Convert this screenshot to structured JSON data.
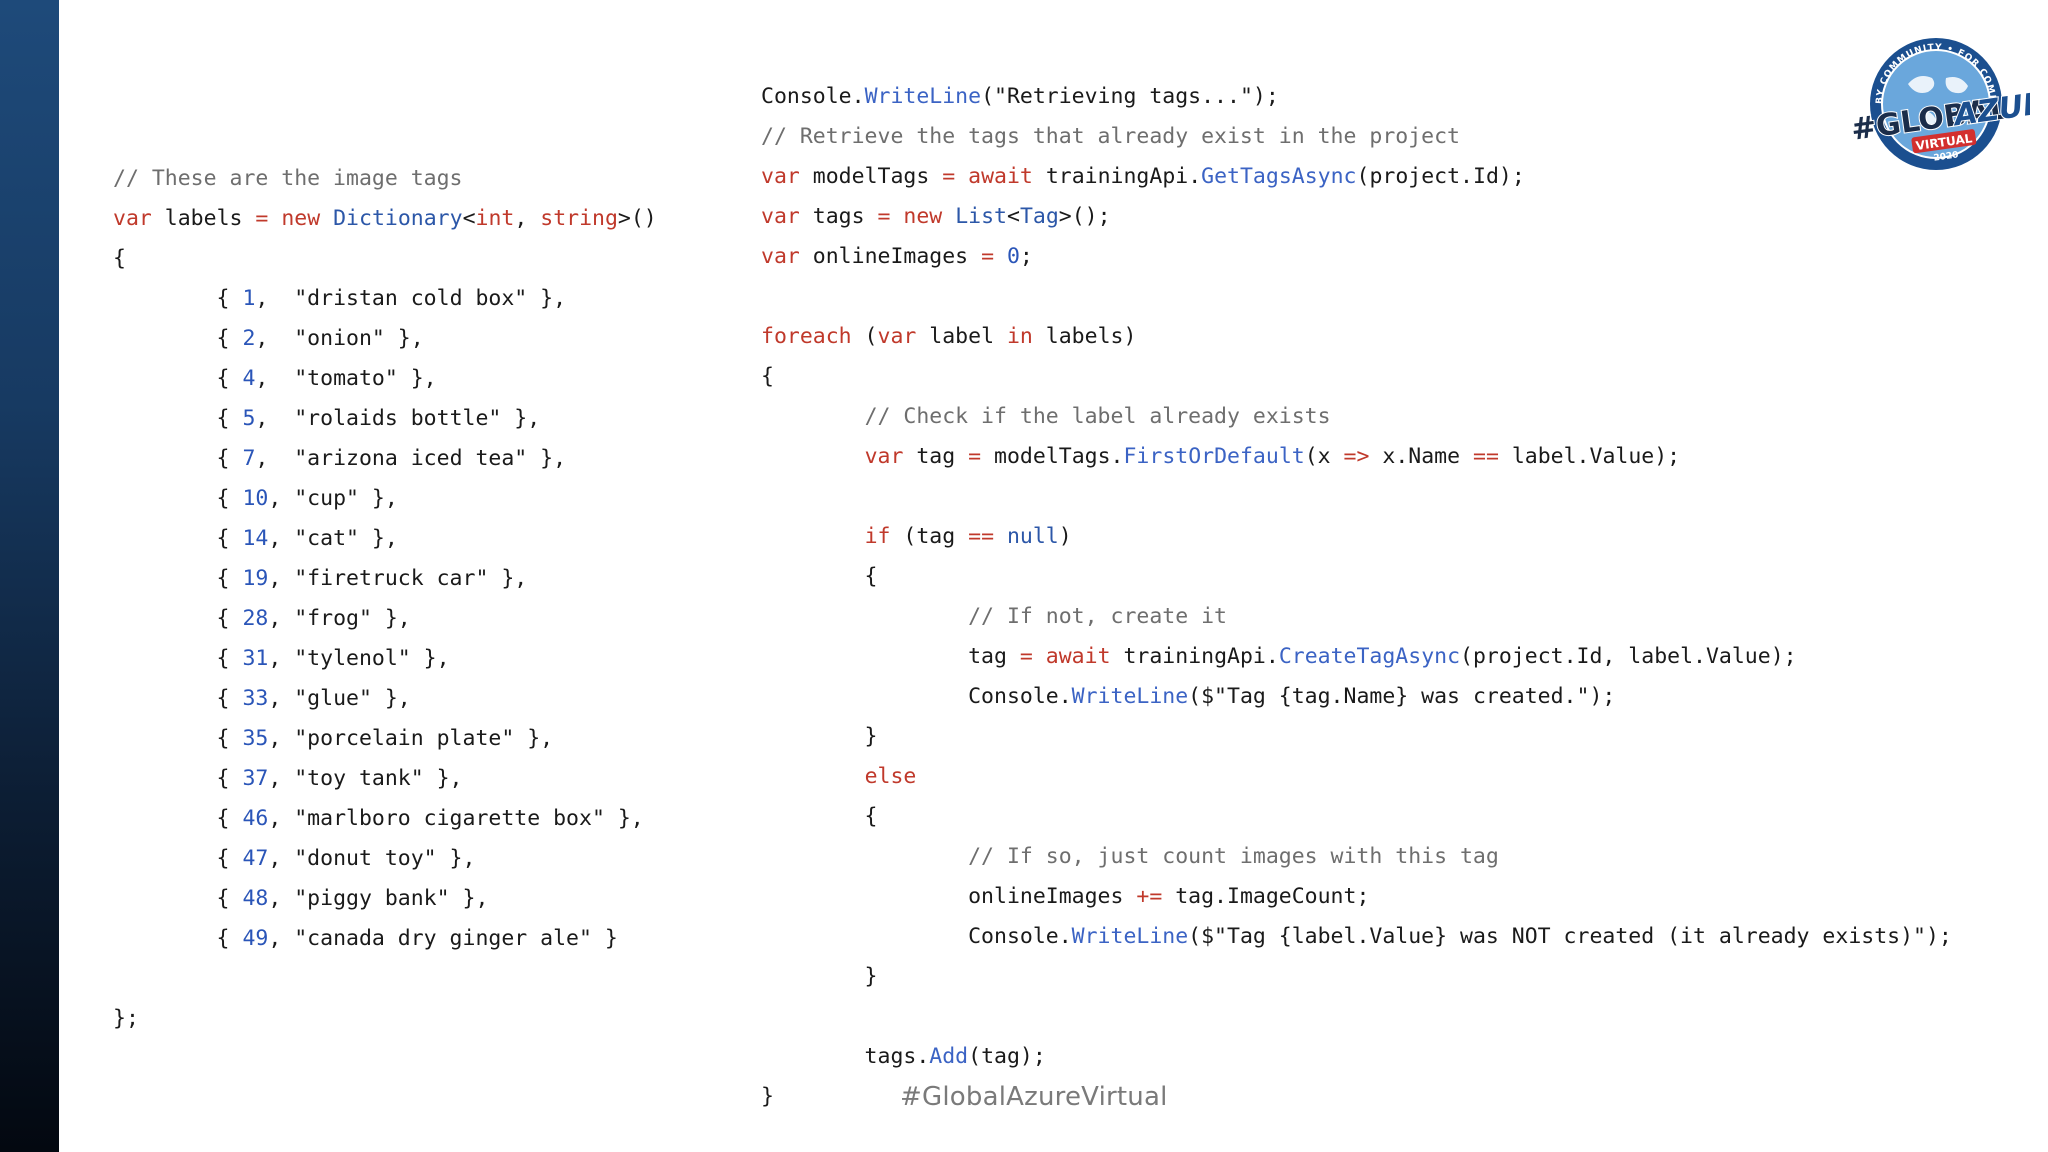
{
  "slide": {
    "hashtag": "#GlobalAzureVirtual",
    "logo": {
      "icon": "global-azure-virtual-logo",
      "ring_text": "BY COMMUNITY • FOR COMMUNITY •",
      "word1": "#GLOBAL",
      "word2": "AZURE",
      "ribbon": "VIRTUAL",
      "year": "2020"
    },
    "colors": {
      "sidebar": "#1e4a7a",
      "keyword": "#c0392b",
      "type": "#2c57a8",
      "method": "#3b63c4",
      "comment": "#6e6e6e",
      "logo_red": "#d32f2f",
      "logo_blue": "#1b4f8f"
    }
  },
  "left_code": {
    "lines": [
      [
        {
          "t": "// These are the image tags",
          "c": "cmt"
        }
      ],
      [
        {
          "t": "var",
          "c": "kw"
        },
        {
          "t": " labels "
        },
        {
          "t": "=",
          "c": "op"
        },
        {
          "t": " "
        },
        {
          "t": "new",
          "c": "kw"
        },
        {
          "t": " "
        },
        {
          "t": "Dictionary",
          "c": "ty"
        },
        {
          "t": "<"
        },
        {
          "t": "int",
          "c": "kw"
        },
        {
          "t": ", "
        },
        {
          "t": "string",
          "c": "kw"
        },
        {
          "t": ">()"
        }
      ],
      [
        {
          "t": "{"
        }
      ],
      [
        {
          "t": "        { "
        },
        {
          "t": "1",
          "c": "num"
        },
        {
          "t": ",  \"dristan cold box\" },",
          "c": "str"
        }
      ],
      [
        {
          "t": "        { "
        },
        {
          "t": "2",
          "c": "num"
        },
        {
          "t": ",  \"onion\" },",
          "c": "str"
        }
      ],
      [
        {
          "t": "        { "
        },
        {
          "t": "4",
          "c": "num"
        },
        {
          "t": ",  \"tomato\" },",
          "c": "str"
        }
      ],
      [
        {
          "t": "        { "
        },
        {
          "t": "5",
          "c": "num"
        },
        {
          "t": ",  \"rolaids bottle\" },",
          "c": "str"
        }
      ],
      [
        {
          "t": "        { "
        },
        {
          "t": "7",
          "c": "num"
        },
        {
          "t": ",  \"arizona iced tea\" },",
          "c": "str"
        }
      ],
      [
        {
          "t": "        { "
        },
        {
          "t": "10",
          "c": "num"
        },
        {
          "t": ", \"cup\" },",
          "c": "str"
        }
      ],
      [
        {
          "t": "        { "
        },
        {
          "t": "14",
          "c": "num"
        },
        {
          "t": ", \"cat\" },",
          "c": "str"
        }
      ],
      [
        {
          "t": "        { "
        },
        {
          "t": "19",
          "c": "num"
        },
        {
          "t": ", \"firetruck car\" },",
          "c": "str"
        }
      ],
      [
        {
          "t": "        { "
        },
        {
          "t": "28",
          "c": "num"
        },
        {
          "t": ", \"frog\" },",
          "c": "str"
        }
      ],
      [
        {
          "t": "        { "
        },
        {
          "t": "31",
          "c": "num"
        },
        {
          "t": ", \"tylenol\" },",
          "c": "str"
        }
      ],
      [
        {
          "t": "        { "
        },
        {
          "t": "33",
          "c": "num"
        },
        {
          "t": ", \"glue\" },",
          "c": "str"
        }
      ],
      [
        {
          "t": "        { "
        },
        {
          "t": "35",
          "c": "num"
        },
        {
          "t": ", \"porcelain plate\" },",
          "c": "str"
        }
      ],
      [
        {
          "t": "        { "
        },
        {
          "t": "37",
          "c": "num"
        },
        {
          "t": ", \"toy tank\" },",
          "c": "str"
        }
      ],
      [
        {
          "t": "        { "
        },
        {
          "t": "46",
          "c": "num"
        },
        {
          "t": ", \"marlboro cigarette box\" },",
          "c": "str"
        }
      ],
      [
        {
          "t": "        { "
        },
        {
          "t": "47",
          "c": "num"
        },
        {
          "t": ", \"donut toy\" },",
          "c": "str"
        }
      ],
      [
        {
          "t": "        { "
        },
        {
          "t": "48",
          "c": "num"
        },
        {
          "t": ", \"piggy bank\" },",
          "c": "str"
        }
      ],
      [
        {
          "t": "        { "
        },
        {
          "t": "49",
          "c": "num"
        },
        {
          "t": ", \"canada dry ginger ale\" }",
          "c": "str"
        }
      ],
      [
        {
          "t": ""
        }
      ],
      [
        {
          "t": "};"
        }
      ]
    ]
  },
  "right_code": {
    "lines": [
      [
        {
          "t": "Console."
        },
        {
          "t": "WriteLine",
          "c": "mth"
        },
        {
          "t": "(\"Retrieving tags...\");"
        }
      ],
      [
        {
          "t": "// Retrieve the tags that already exist in the project",
          "c": "cmt"
        }
      ],
      [
        {
          "t": "var",
          "c": "kw"
        },
        {
          "t": " modelTags "
        },
        {
          "t": "=",
          "c": "op"
        },
        {
          "t": " "
        },
        {
          "t": "await",
          "c": "kw"
        },
        {
          "t": " trainingApi."
        },
        {
          "t": "GetTagsAsync",
          "c": "mth"
        },
        {
          "t": "(project.Id);"
        }
      ],
      [
        {
          "t": "var",
          "c": "kw"
        },
        {
          "t": " tags "
        },
        {
          "t": "=",
          "c": "op"
        },
        {
          "t": " "
        },
        {
          "t": "new",
          "c": "kw"
        },
        {
          "t": " "
        },
        {
          "t": "List",
          "c": "ty"
        },
        {
          "t": "<"
        },
        {
          "t": "Tag",
          "c": "ty"
        },
        {
          "t": ">();"
        }
      ],
      [
        {
          "t": "var",
          "c": "kw"
        },
        {
          "t": " onlineImages "
        },
        {
          "t": "=",
          "c": "op"
        },
        {
          "t": " "
        },
        {
          "t": "0",
          "c": "num"
        },
        {
          "t": ";"
        }
      ],
      [
        {
          "t": ""
        }
      ],
      [
        {
          "t": "foreach",
          "c": "kw"
        },
        {
          "t": " ("
        },
        {
          "t": "var",
          "c": "kw"
        },
        {
          "t": " label "
        },
        {
          "t": "in",
          "c": "kw"
        },
        {
          "t": " labels)"
        }
      ],
      [
        {
          "t": "{"
        }
      ],
      [
        {
          "t": "        "
        },
        {
          "t": "// Check if the label already exists",
          "c": "cmt"
        }
      ],
      [
        {
          "t": "        "
        },
        {
          "t": "var",
          "c": "kw"
        },
        {
          "t": " tag "
        },
        {
          "t": "=",
          "c": "op"
        },
        {
          "t": " modelTags."
        },
        {
          "t": "FirstOrDefault",
          "c": "mth"
        },
        {
          "t": "(x "
        },
        {
          "t": "=>",
          "c": "op"
        },
        {
          "t": " x.Name "
        },
        {
          "t": "==",
          "c": "op"
        },
        {
          "t": " label.Value);"
        }
      ],
      [
        {
          "t": ""
        }
      ],
      [
        {
          "t": "        "
        },
        {
          "t": "if",
          "c": "kw"
        },
        {
          "t": " (tag "
        },
        {
          "t": "==",
          "c": "op"
        },
        {
          "t": " "
        },
        {
          "t": "null",
          "c": "ty"
        },
        {
          "t": ")"
        }
      ],
      [
        {
          "t": "        {"
        }
      ],
      [
        {
          "t": "                "
        },
        {
          "t": "// If not, create it",
          "c": "cmt"
        }
      ],
      [
        {
          "t": "                tag "
        },
        {
          "t": "=",
          "c": "op"
        },
        {
          "t": " "
        },
        {
          "t": "await",
          "c": "kw"
        },
        {
          "t": " trainingApi."
        },
        {
          "t": "CreateTagAsync",
          "c": "mth"
        },
        {
          "t": "(project.Id, label.Value);"
        }
      ],
      [
        {
          "t": "                Console."
        },
        {
          "t": "WriteLine",
          "c": "mth"
        },
        {
          "t": "($\"Tag {tag.Name} was created.\");"
        }
      ],
      [
        {
          "t": "        }"
        }
      ],
      [
        {
          "t": "        "
        },
        {
          "t": "else",
          "c": "kw"
        }
      ],
      [
        {
          "t": "        {"
        }
      ],
      [
        {
          "t": "                "
        },
        {
          "t": "// If so, just count images with this tag",
          "c": "cmt"
        }
      ],
      [
        {
          "t": "                onlineImages "
        },
        {
          "t": "+=",
          "c": "op"
        },
        {
          "t": " tag.ImageCount;"
        }
      ],
      [
        {
          "t": "                Console."
        },
        {
          "t": "WriteLine",
          "c": "mth"
        },
        {
          "t": "($\"Tag {label.Value} was NOT created (it already exists)\");"
        }
      ],
      [
        {
          "t": "        }"
        }
      ],
      [
        {
          "t": ""
        }
      ],
      [
        {
          "t": "        tags."
        },
        {
          "t": "Add",
          "c": "mth"
        },
        {
          "t": "(tag);"
        }
      ],
      [
        {
          "t": "}"
        }
      ]
    ]
  }
}
